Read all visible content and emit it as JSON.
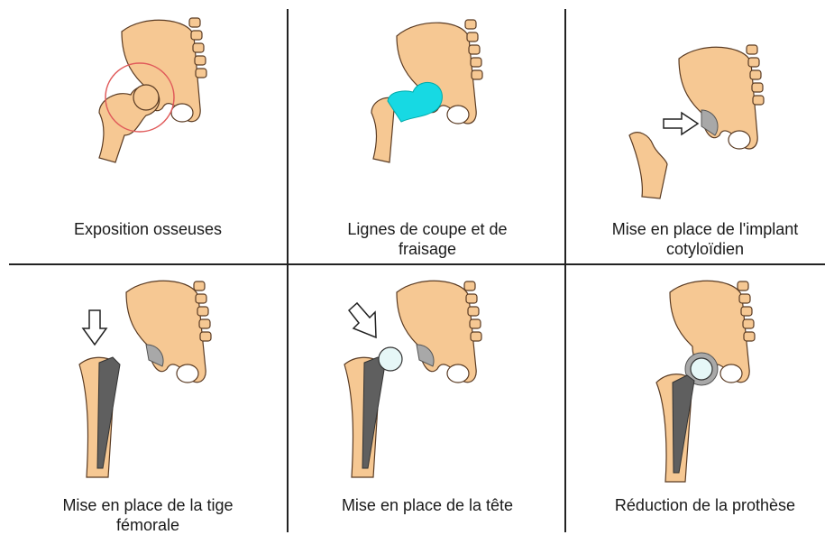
{
  "colors": {
    "bone": "#f6c893",
    "bone_edge": "#5a3b23",
    "cyan": "#17d9e3",
    "cup": "#a8a8a8",
    "implant": "#5f5f5f",
    "head": "#e6f7f7",
    "circle": "#e05a5a"
  },
  "panels": [
    {
      "caption": "Exposition osseuses"
    },
    {
      "caption": "Lignes de coupe et de\nfraisage"
    },
    {
      "caption": "Mise en place de l'implant\ncotyloïdien"
    },
    {
      "caption": "Mise en place de la tige\nfémorale"
    },
    {
      "caption": "Mise en place de la tête"
    },
    {
      "caption": "Réduction de la prothèse"
    }
  ],
  "icons": [
    "arrow-right-icon",
    "arrow-down-icon",
    "arrow-diagonal-icon"
  ]
}
